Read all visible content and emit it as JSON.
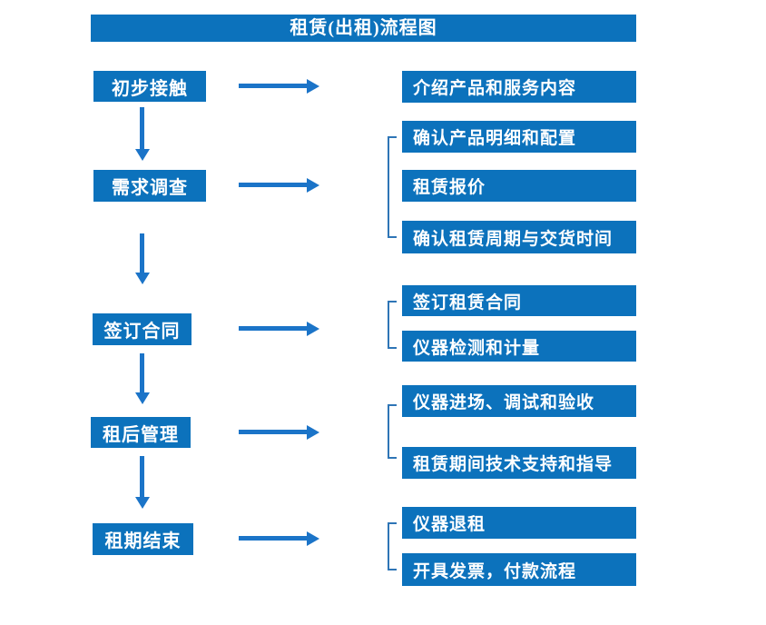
{
  "title": "租赁(出租)流程图",
  "theme": {
    "box-blue": "#0c72bc",
    "arrow-blue": "#1b74c8",
    "bracket-blue": "#2e75b6",
    "text-white": "#ffffff",
    "bg": "#ffffff"
  },
  "flow": [
    {
      "step": "初步接触",
      "details": [
        "介绍产品和服务内容"
      ]
    },
    {
      "step": "需求调查",
      "details": [
        "确认产品明细和配置",
        "租赁报价",
        "确认租赁周期与交货时间"
      ]
    },
    {
      "step": "签订合同",
      "details": [
        "签订租赁合同",
        "仪器检测和计量"
      ]
    },
    {
      "step": "租后管理",
      "details": [
        "仪器进场、调试和验收",
        "租赁期间技术支持和指导"
      ]
    },
    {
      "step": "租期结束",
      "details": [
        "仪器退租",
        "开具发票，付款流程"
      ]
    }
  ]
}
